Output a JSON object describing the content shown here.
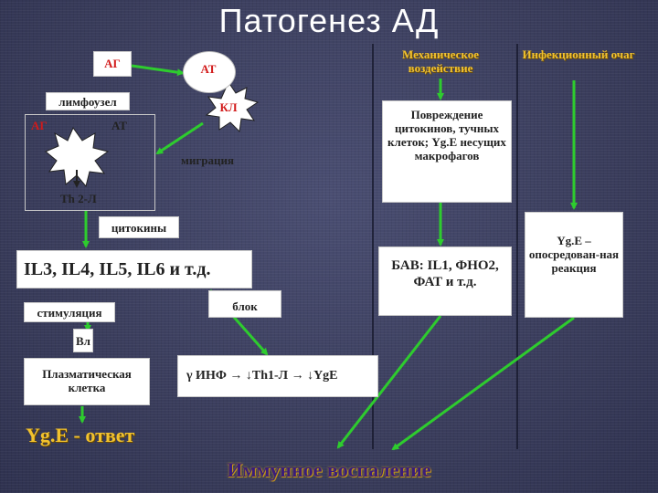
{
  "title": "Патогенез АД",
  "nodes": {
    "ag_top": "АГ",
    "at_top": "АТ",
    "kl": "КЛ",
    "migration": "миграция",
    "lymph_title": "лимфоузел",
    "lymph_ag": "АГ",
    "lymph_at": "АТ",
    "th2": "Th 2-Л",
    "cytokines": "цитокины",
    "il_list": "IL3, IL4, IL5, IL6 и т.д.",
    "stimulation": "стимуляция",
    "block": "блок",
    "bl": "Вл",
    "plasma": "Плазматическая клетка",
    "ifn_chain": "γ ИНФ → ↓Th1-Л → ↓YgE",
    "yge_answer": "Yg.E - ответ",
    "mech_header": "Механическое воздействие",
    "infect_header": "Инфекционный очаг",
    "damage": "Повреждение цитокинов, тучных клеток; Yg.E несущих макрофагов",
    "bav": "БАВ: IL1, ФНО2, ФАТ и т.д.",
    "yge_reaction": "Yg.E – опосредован-ная реакция",
    "immune_inflammation": "Иммунное воспаление"
  },
  "colors": {
    "background": "#3a3d5c",
    "arrow_green": "#2ecc2e",
    "text_red": "#d21b1b",
    "header_yellow": "#f2c22e",
    "final_purple": "#3a1d7a",
    "final_glow": "#c79a17"
  }
}
